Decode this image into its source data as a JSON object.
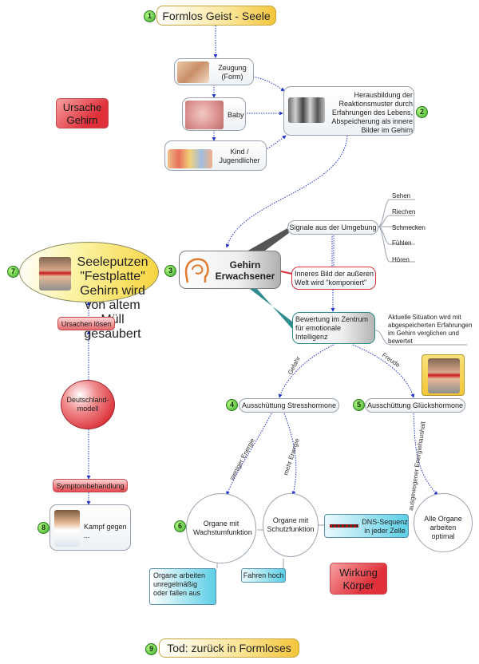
{
  "title": {
    "num": "1",
    "label": "Formlos Geist - Seele"
  },
  "zeugung": {
    "label": "Zeugung (Form)"
  },
  "baby": {
    "label": "Baby"
  },
  "kind": {
    "label": "Kind / Jugendlicher"
  },
  "herausbildung": {
    "num": "2",
    "label": "Herausbildung der Reaktionsmuster durch Erfahrungen des Lebens, Abspeicherung als innere Bilder im Gehirn"
  },
  "ursache_gehirn": {
    "label": "Ursache Gehirn"
  },
  "signale": {
    "label": "Signale aus der Umgebung"
  },
  "senses": [
    "Sehen",
    "Riechen",
    "Schmecken",
    "Fühlen",
    "Hören"
  ],
  "gehirn": {
    "num": "3",
    "label": "Gehirn Erwachsener"
  },
  "inneres_bild": {
    "label": "Inneres Bild der außeren Welt wird \"komponiert\""
  },
  "bewertung": {
    "label": "Bewertung im Zentrum für emotionale Intelligenz"
  },
  "aktuelle": {
    "label": "Aktuelle Situation wird mit abgespeicherten Erfahrungen im Gehirn verglichen und bewertet"
  },
  "seeleputzen": {
    "num": "7",
    "label": "Seeleputzen \"Festplatte\" Gehirn wird von altem Müll gesäubert"
  },
  "ursachen_loesen": {
    "label": "Ursachen lösen"
  },
  "deutschland": {
    "label": "Deutschland-modell"
  },
  "symptom": {
    "label": "Symptombehandlung"
  },
  "kampf": {
    "num": "8",
    "label": "Kampf gegen ..."
  },
  "stress": {
    "num": "4",
    "label": "Ausschüttung Stresshormone"
  },
  "gluecks": {
    "num": "5",
    "label": "Ausschüttung Glückshormone"
  },
  "edge_labels": {
    "gefahr": "Gefahr",
    "freude": "Freude",
    "weniger": "weniger Energie",
    "mehr": "mehr Energie",
    "ausgewogener": "ausgewogener Energiehaushalt"
  },
  "wachstum": {
    "num": "6",
    "label": "Organe mit Wachstumfunktion"
  },
  "schutz": {
    "label": "Organe mit Schutzfunktion"
  },
  "dns": {
    "label": "DNS-Sequenz in jeder Zelle"
  },
  "alle_organe": {
    "label": "Alle Organe arbeiten optimal"
  },
  "organe_unregel": {
    "label": "Organe arbeiten unregelmäßig oder fallen aus"
  },
  "fahren": {
    "label": "Fahren hoch"
  },
  "wirkung": {
    "label": "Wirkung Körper"
  },
  "tod": {
    "num": "9",
    "label": "Tod: zurück in Formloses"
  },
  "colors": {
    "link": "#2233cc",
    "green": "#3aa82a",
    "red": "#d9343c",
    "yellow": "#f7d33a",
    "blue": "#5ccfe6"
  }
}
